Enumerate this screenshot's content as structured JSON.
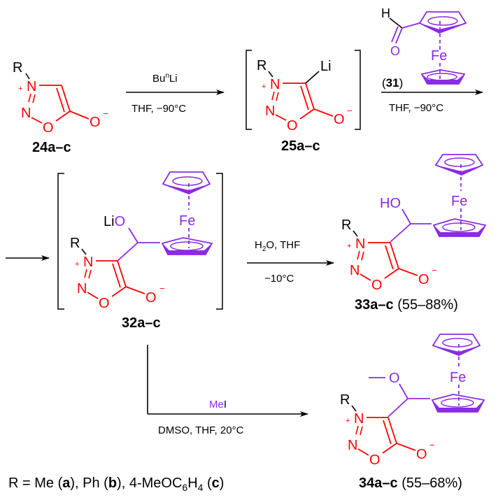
{
  "colors": {
    "ring": "#ff0000",
    "ferrocene": "#8b2be2",
    "text": "#000000"
  },
  "atoms": {
    "R": "R",
    "N": "N",
    "O": "O",
    "plus": "+",
    "minus": "−",
    "Li": "Li",
    "LiO_Li": "Li",
    "HO": "HO",
    "Fe": "Fe",
    "H": "H"
  },
  "compounds": {
    "c24": {
      "label": "24a–c"
    },
    "c25": {
      "label": "25a–c"
    },
    "c31": {
      "label": "31"
    },
    "c32": {
      "label": "32a–c"
    },
    "c33": {
      "label": "33a–c",
      "yield": "(55–88%)"
    },
    "c34": {
      "label": "34a–c",
      "yield": "(55–68%)"
    }
  },
  "reactions": {
    "step1": {
      "above_base": "Bu",
      "above_sup": "n",
      "above_tail": "Li",
      "below": "THF, −90°C"
    },
    "step2": {
      "above_open": "(",
      "above_ref": "31",
      "above_close": ")",
      "below": "THF, −90°C"
    },
    "step3": {
      "above_pre": "H",
      "above_sub": "2",
      "above_post": "O, THF",
      "below": "−10°C"
    },
    "step4": {
      "above_me": "Me",
      "above_i": "I",
      "below": "DMSO, THF, 20°C"
    }
  },
  "footnote": {
    "prefix": "R = Me (",
    "a": "a",
    "mid1": "), Ph (",
    "b": "b",
    "mid2": "), 4-MeOC",
    "sub6": "6",
    "h": "H",
    "sub4": "4",
    "mid3": " (",
    "c": "c",
    "end": ")"
  }
}
